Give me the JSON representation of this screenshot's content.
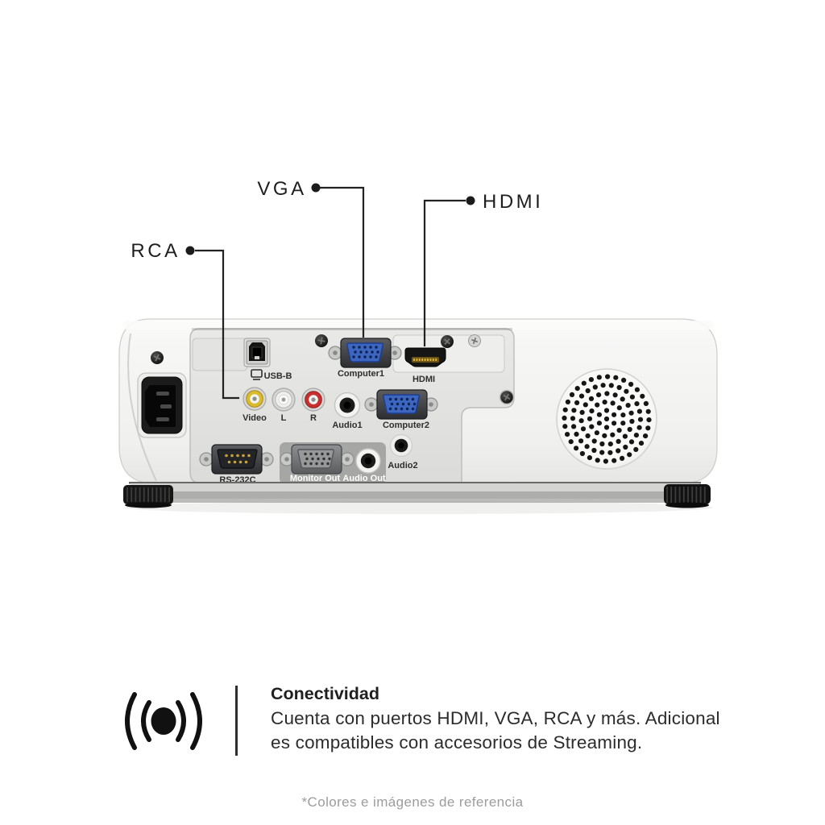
{
  "callouts": {
    "vga": "VGA",
    "hdmi": "HDMI",
    "rca": "RCA"
  },
  "projector": {
    "ports": {
      "usb_b": "USB-B",
      "computer1": "Computer1",
      "hdmi": "HDMI",
      "video": "Video",
      "left": "L",
      "right": "R",
      "audio1": "Audio1",
      "computer2": "Computer2",
      "rs232c": "RS-232C",
      "monitor_out": "Monitor Out",
      "audio_out": "Audio Out",
      "audio2": "Audio2"
    }
  },
  "info": {
    "title": "Conectividad",
    "line1": "Cuenta con puertos HDMI, VGA, RCA y más. Adicional",
    "line2": "es compatibles con accesorios de Streaming."
  },
  "footnote": "*Colores e imágenes de referencia",
  "colors": {
    "callout_ink": "#1e1e1e",
    "vga_blue": "#3c66c0",
    "rca_yellow": "#d9bc2e",
    "rca_red": "#c7302f",
    "footnote_gray": "#9c9c9c"
  }
}
